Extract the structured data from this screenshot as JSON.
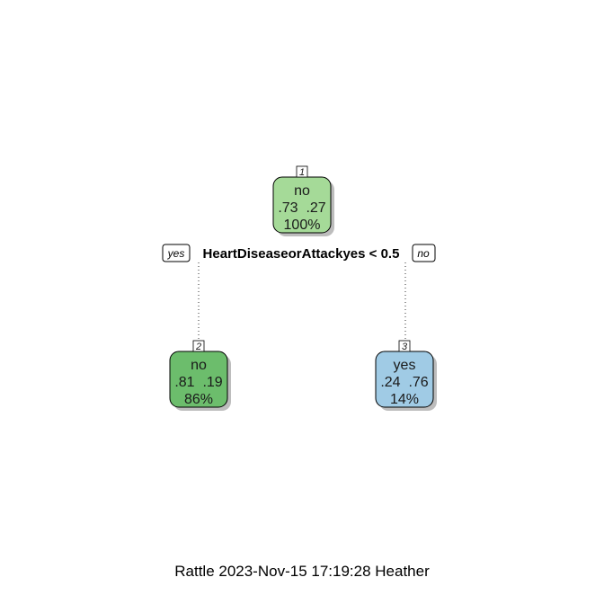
{
  "tree": {
    "root": {
      "id": "1",
      "class": "no",
      "probs": ".73  .27",
      "pct": "100%",
      "color": "#a5da98"
    },
    "split": {
      "condition": "HeartDiseaseorAttackyes < 0.5",
      "yes_label": "yes",
      "no_label": "no"
    },
    "left": {
      "id": "2",
      "class": "no",
      "probs": ".81  .19",
      "pct": "86%",
      "color": "#6cbd6c"
    },
    "right": {
      "id": "3",
      "class": "yes",
      "probs": ".24  .76",
      "pct": "14%",
      "color": "#a0cbe5"
    }
  },
  "footer": {
    "caption": "Rattle 2023-Nov-15 17:19:28 Heather"
  }
}
